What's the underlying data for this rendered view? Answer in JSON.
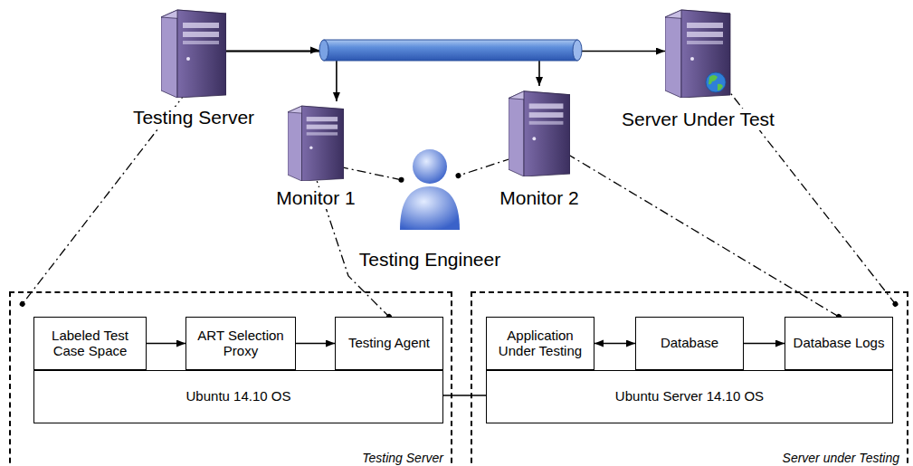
{
  "diagram": {
    "nodes": [
      {
        "text": [
          "Testing Server"
        ]
      },
      {
        "text": [
          "Server Under Test"
        ]
      },
      {
        "text": [
          "Monitor 1"
        ]
      },
      {
        "text": [
          "Monitor 2"
        ]
      },
      {
        "text": [
          "Testing Engineer"
        ]
      },
      {
        "text": [
          "Testing Server"
        ]
      },
      {
        "text": [
          "Labeled Test Case Space"
        ],
        "in": 5
      },
      {
        "text": [
          "ART Selection Proxy"
        ],
        "in": 5
      },
      {
        "text": [
          "Testing Agent"
        ],
        "in": 5
      },
      {
        "text": [
          "Ubuntu 14.10 OS"
        ],
        "in": 5
      },
      {
        "text": [
          "Server under Testing"
        ]
      },
      {
        "text": [
          "Application Under Testing"
        ],
        "in": 10
      },
      {
        "text": [
          "Database"
        ],
        "in": 10
      },
      {
        "text": [
          "Database Logs"
        ],
        "in": 10
      },
      {
        "text": [
          "Ubuntu Server 14.10 OS"
        ],
        "in": 10
      }
    ],
    "edges": [
      {
        "from": 0,
        "to": 1,
        "arrow": "to"
      },
      {
        "from": 0,
        "to": 2,
        "arrow": "to"
      },
      {
        "from": 0,
        "to": 3,
        "arrow": "to"
      },
      {
        "from": 0,
        "to": 5,
        "arrow": "none"
      },
      {
        "from": 2,
        "to": 4,
        "arrow": "none"
      },
      {
        "from": 2,
        "to": 8,
        "arrow": "none"
      },
      {
        "from": 3,
        "to": 4,
        "arrow": "none"
      },
      {
        "from": 3,
        "to": 13,
        "arrow": "none"
      },
      {
        "from": 1,
        "to": 10,
        "arrow": "none"
      },
      {
        "from": 6,
        "to": 7,
        "arrow": "to"
      },
      {
        "from": 7,
        "to": 8,
        "arrow": "to"
      },
      {
        "from": 11,
        "to": 12,
        "arrow": "both"
      },
      {
        "from": 12,
        "to": 13,
        "arrow": "to"
      },
      {
        "from": 8,
        "to": 11,
        "arrow": "both"
      }
    ]
  }
}
